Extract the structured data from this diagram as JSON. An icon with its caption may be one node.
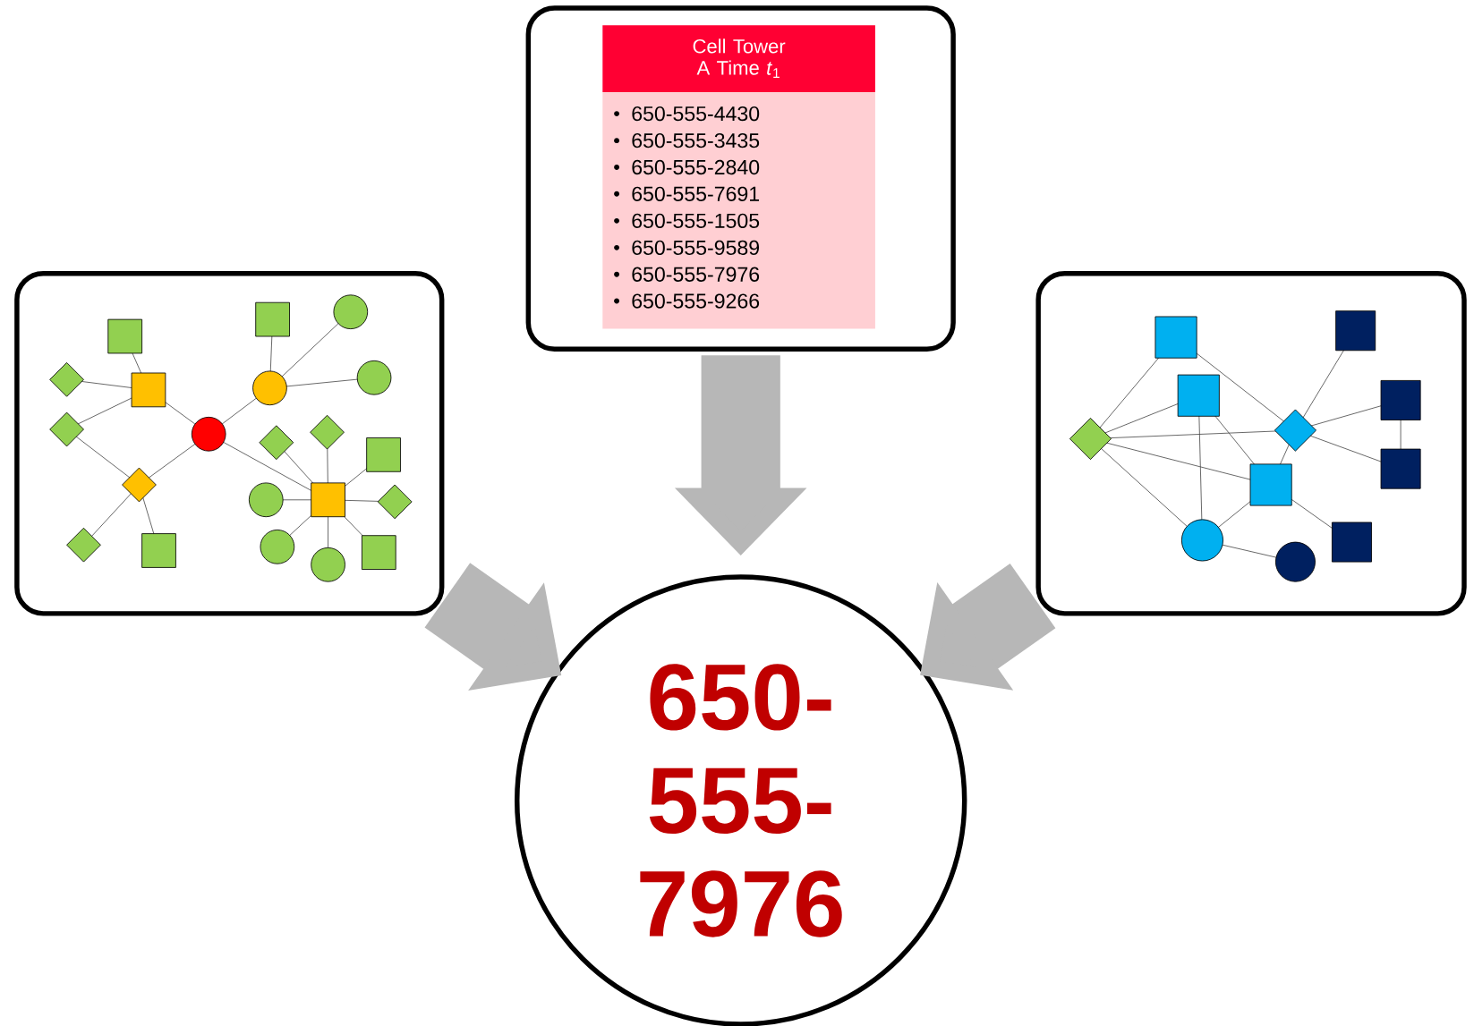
{
  "diagram": {
    "nodes": [
      {
        "text": [],
        "shape": "box"
      },
      {
        "text": [
          "Cell Tower A Time *t*$_{1}$",
          "650-555-4430",
          "650-555-3435",
          "650-555-2840",
          "650-555-7691",
          "650-555-1505",
          "650-555-9589",
          "650-555-7976",
          "650-555-9266"
        ]
      },
      {
        "text": [],
        "shape": "box"
      },
      {
        "text": [
          "650-555-7976"
        ]
      }
    ],
    "edges": [
      {
        "from": 0,
        "to": 3,
        "arrow": "to"
      },
      {
        "from": 1,
        "to": 3,
        "arrow": "to"
      },
      {
        "from": 2,
        "to": 3,
        "arrow": "to"
      }
    ]
  }
}
